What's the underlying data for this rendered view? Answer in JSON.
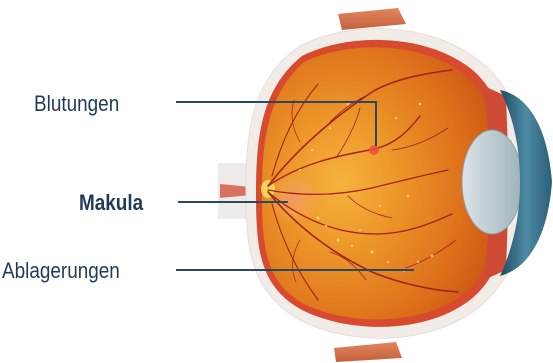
{
  "labels": {
    "bleeding": "Blutungen",
    "macula": "Makula",
    "deposits": "Ablagerungen"
  },
  "colors": {
    "label_text": "#1f3b57",
    "leader_line": "#2a4763",
    "sclera": "#f2ece8",
    "retina": "#e07b1e",
    "retina_center": "#f6b33e",
    "vessel": "#a4221a",
    "cornea": "#3f6f88"
  }
}
